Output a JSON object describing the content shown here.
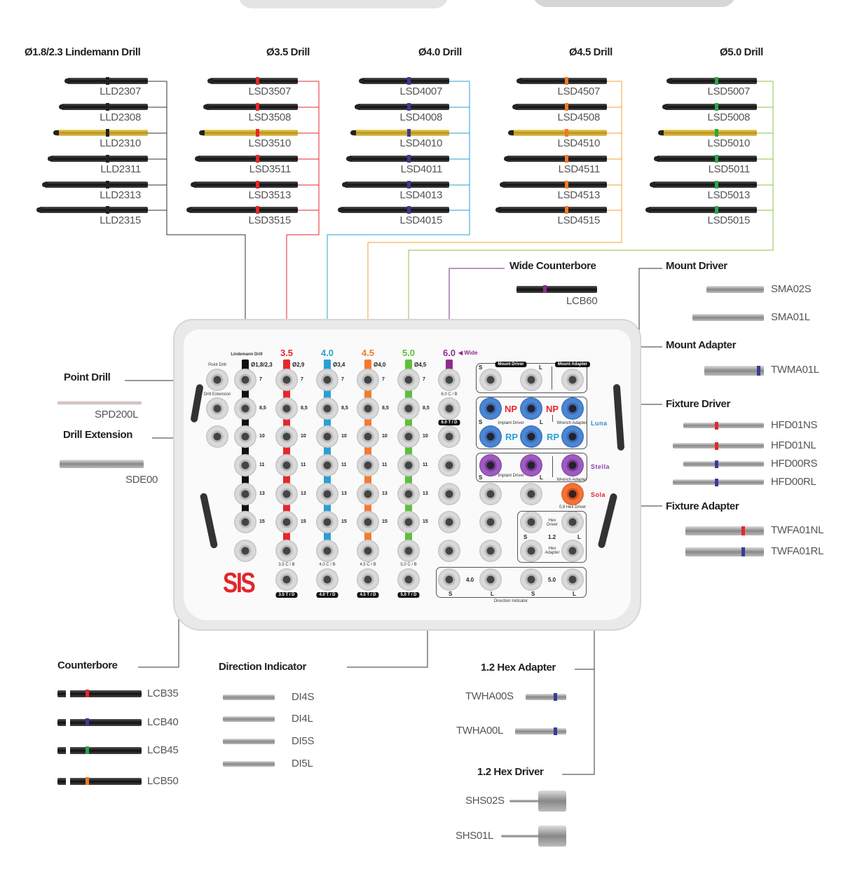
{
  "drill_groups": [
    {
      "title": "Ø1.8/2.3 Lindemann Drill",
      "ring": "#222222",
      "codes": [
        "LLD2307",
        "LLD2308",
        "LLD2310",
        "LLD2311",
        "LLD2313",
        "LLD2315"
      ]
    },
    {
      "title": "Ø3.5 Drill",
      "ring": "#e8262b",
      "codes": [
        "LSD3507",
        "LSD3508",
        "LSD3510",
        "LSD3511",
        "LSD3513",
        "LSD3515"
      ]
    },
    {
      "title": "Ø4.0 Drill",
      "ring": "#3a3a9a",
      "codes": [
        "LSD4007",
        "LSD4008",
        "LSD4010",
        "LSD4011",
        "LSD4013",
        "LSD4015"
      ]
    },
    {
      "title": "Ø4.5 Drill",
      "ring": "#f07a23",
      "codes": [
        "LSD4507",
        "LSD4508",
        "LSD4510",
        "LSD4511",
        "LSD4513",
        "LSD4515"
      ]
    },
    {
      "title": "Ø5.0 Drill",
      "ring": "#2aa84a",
      "codes": [
        "LSD5007",
        "LSD5008",
        "LSD5010",
        "LSD5011",
        "LSD5013",
        "LSD5015"
      ]
    }
  ],
  "wide_counterbore": {
    "title": "Wide Counterbore",
    "codes": [
      "LCB60"
    ]
  },
  "mount_driver": {
    "title": "Mount Driver",
    "codes": [
      "SMA02S",
      "SMA01L"
    ]
  },
  "mount_adapter": {
    "title": "Mount Adapter",
    "codes": [
      "TWMA01L"
    ]
  },
  "fixture_driver": {
    "title": "Fixture Driver",
    "codes": [
      "HFD01NS",
      "HFD01NL",
      "HFD00RS",
      "HFD00RL"
    ]
  },
  "fixture_adapter": {
    "title": "Fixture Adapter",
    "codes": [
      "TWFA01NL",
      "TWFA01RL"
    ]
  },
  "point_drill": {
    "title": "Point Drill",
    "codes": [
      "SPD200L"
    ]
  },
  "drill_extension": {
    "title": "Drill Extension",
    "codes": [
      "SDE00"
    ]
  },
  "counterbore": {
    "title": "Counterbore",
    "codes": [
      "LCB35",
      "LCB40",
      "LCB45",
      "LCB50"
    ]
  },
  "direction_indicator": {
    "title": "Direction Indicator",
    "codes": [
      "DI4S",
      "DI4L",
      "DI5S",
      "DI5L"
    ]
  },
  "hex_adapter": {
    "title": "1.2 Hex Adapter",
    "codes": [
      "TWHA00S",
      "TWHA00L"
    ]
  },
  "hex_driver": {
    "title": "1.2 Hex Driver",
    "codes": [
      "SHS02S",
      "SHS01L"
    ]
  },
  "tray": {
    "logo": "SIS",
    "point_drill_label": "Point Drill",
    "drill_extension_label": "Drill Extension",
    "lindemann_label": "Lindemann Drill",
    "depths": [
      "7",
      "8,5",
      "10",
      "11",
      "13",
      "15"
    ],
    "columns": [
      {
        "header": "",
        "diameter": "Ø1,8/2,3",
        "color": "#111111",
        "cb": "",
        "td": ""
      },
      {
        "header": "3.5",
        "diameter": "Ø2,9",
        "color": "#e8262b",
        "cb": "3,5 C / B",
        "td": "3.5 T / D"
      },
      {
        "header": "4.0",
        "diameter": "Ø3,4",
        "color": "#2a9fd6",
        "cb": "4,0 C / B",
        "td": "4.0 T / D"
      },
      {
        "header": "4.5",
        "diameter": "Ø4,0",
        "color": "#f47a30",
        "cb": "4,5 C / B",
        "td": "4.5 T / D"
      },
      {
        "header": "5.0",
        "diameter": "Ø4,5",
        "color": "#5cbf3a",
        "cb": "5,0 C / B",
        "td": "5.0 T / D"
      }
    ],
    "wide": {
      "header": "6.0",
      "arrow_label": "◀ Wide",
      "color": "#8e2c8e",
      "cb": "6,0 C / B",
      "td": "6.0 T / D"
    },
    "mount_driver_badge": "Mount Driver",
    "mount_adapter_badge": "Mount Adapter",
    "s": "S",
    "l": "L",
    "np": "NP",
    "rp": "RP",
    "implant_driver": "Implant Driver",
    "wrench_adapter": "Wrench Adapter",
    "luna": "Luna",
    "stella": "Stella",
    "sola": "Sola",
    "hex_driver_small": "0,8 Hex Driver",
    "hex_driver_label": "Hex Driver",
    "hex_adapter_label": "Hex Adapter",
    "hex_size": "1.2",
    "dir_40": "4.0",
    "dir_50": "5.0",
    "direction_indicator_label": "Direction Indicator"
  }
}
